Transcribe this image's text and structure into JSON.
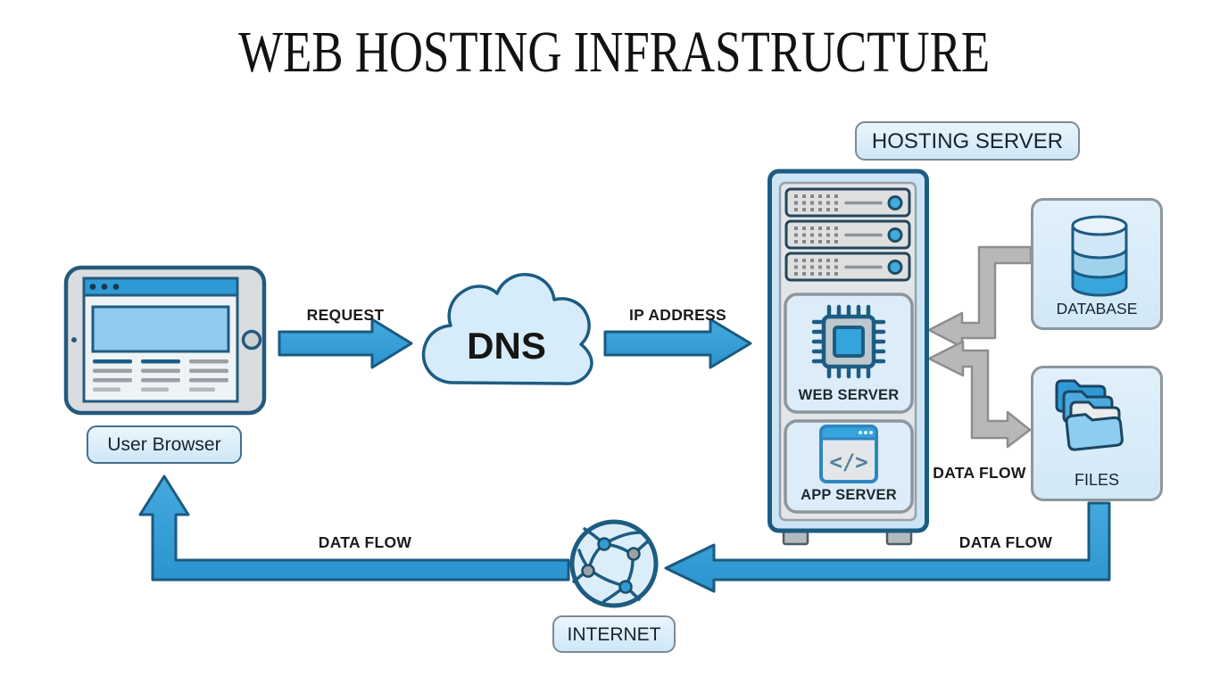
{
  "title": "WEB HOSTING INFRASTRUCTURE",
  "labels": {
    "hosting_server": "HOSTING SERVER",
    "user_browser": "User Browser",
    "dns": "DNS",
    "web_server": "WEB SERVER",
    "app_server": "APP SERVER",
    "database": "DATABASE",
    "files": "FILES",
    "internet": "INTERNET"
  },
  "flows": {
    "request": "REQUEST",
    "ip_address": "IP ADDRESS",
    "data_flow_right": "DATA FLOW",
    "data_flow_bottom_right": "DATA FLOW",
    "data_flow_bottom_left": "DATA FLOW"
  },
  "icons": {
    "code_glyph": "</>",
    "names": [
      "tablet-icon",
      "browser-window-icon",
      "dns-cloud-icon",
      "server-rack-icon",
      "cpu-chip-icon",
      "app-window-code-icon",
      "database-cylinder-icon",
      "folders-stack-icon",
      "internet-globe-icon",
      "led-indicator-icon"
    ]
  },
  "colors": {
    "accent_blue": "#2f9fd8",
    "outline_blue": "#1d5c82",
    "panel_blue": "#d7eafa",
    "connector_gray": "#b5b5b5",
    "text_dark": "#17242c"
  }
}
